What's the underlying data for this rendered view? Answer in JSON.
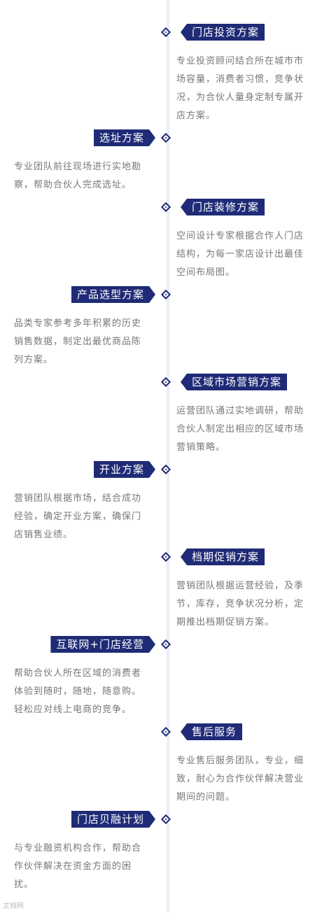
{
  "steps": [
    {
      "title": "门店投资方案",
      "lines": [
        "专业投资顾问结合所在城市市",
        "场容量，消费者习惯，竞争状",
        "况，为合伙人量身定制专属开",
        "店方案。"
      ]
    },
    {
      "title": "选址方案",
      "lines": [
        "专业团队前往现场进行实地勘",
        "察，帮助合伙人完成选址。"
      ]
    },
    {
      "title": "门店装修方案",
      "lines": [
        "空间设计专家根据合作人门店",
        "结构，为每一家店设计出最佳",
        "空间布局图。"
      ]
    },
    {
      "title": "产品选型方案",
      "lines": [
        "品类专家参考多年积累的历史",
        "销售数据，制定出最优商品陈",
        "列方案。"
      ]
    },
    {
      "title": "区域市场营销方案",
      "lines": [
        "运营团队通过实地调研，帮助",
        "合伙人制定出相应的区域市场",
        "营销策略。"
      ]
    },
    {
      "title": "开业方案",
      "lines": [
        "营销团队根据市场，结合成功",
        "经验，确定开业方案，确保门",
        "店销售业绩。"
      ]
    },
    {
      "title": "档期促销方案",
      "lines": [
        "营销团队根据运营经验，及季",
        "节，库存，竞争状况分析，定",
        "期推出档期促销方案。"
      ]
    },
    {
      "title": "互联网+门店经营",
      "lines": [
        "帮助合伙人所在区域的消费者",
        "体验到随时，随地，随意购。",
        "轻松应对线上电商的竞争。"
      ]
    },
    {
      "title": "售后服务",
      "lines": [
        "专业售后服务团队，专业，细",
        "致，耐心为合作伙伴解决营业",
        "期间的问题。"
      ]
    },
    {
      "title": "门店贝融计划",
      "lines": [
        "与专业融资机构合作，帮助合",
        "作伙伴解决在资金方面的困",
        "扰。"
      ]
    }
  ],
  "watermark": "文档网"
}
